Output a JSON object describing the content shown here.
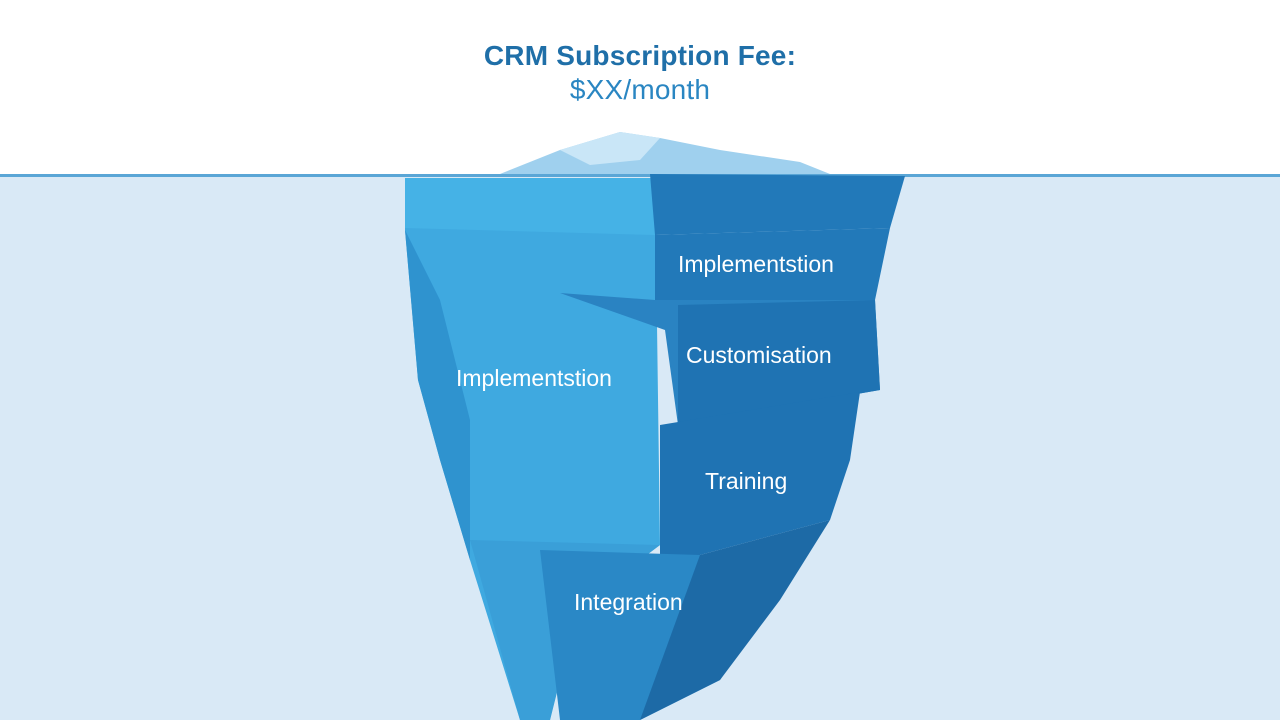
{
  "title": {
    "line1": "CRM Subscription Fee:",
    "line2": "$XX/month"
  },
  "labels": {
    "implementation_right": "Implementstion",
    "customisation": "Customisation",
    "implementation_left": "Implementstion",
    "training": "Training",
    "integration": "Integration"
  },
  "colors": {
    "water": "#d9e9f6",
    "waterline": "#5aa6d6",
    "ice_light": "#3fa9e0",
    "ice_dark": "#1f73b3",
    "title": "#1f6fa8"
  }
}
